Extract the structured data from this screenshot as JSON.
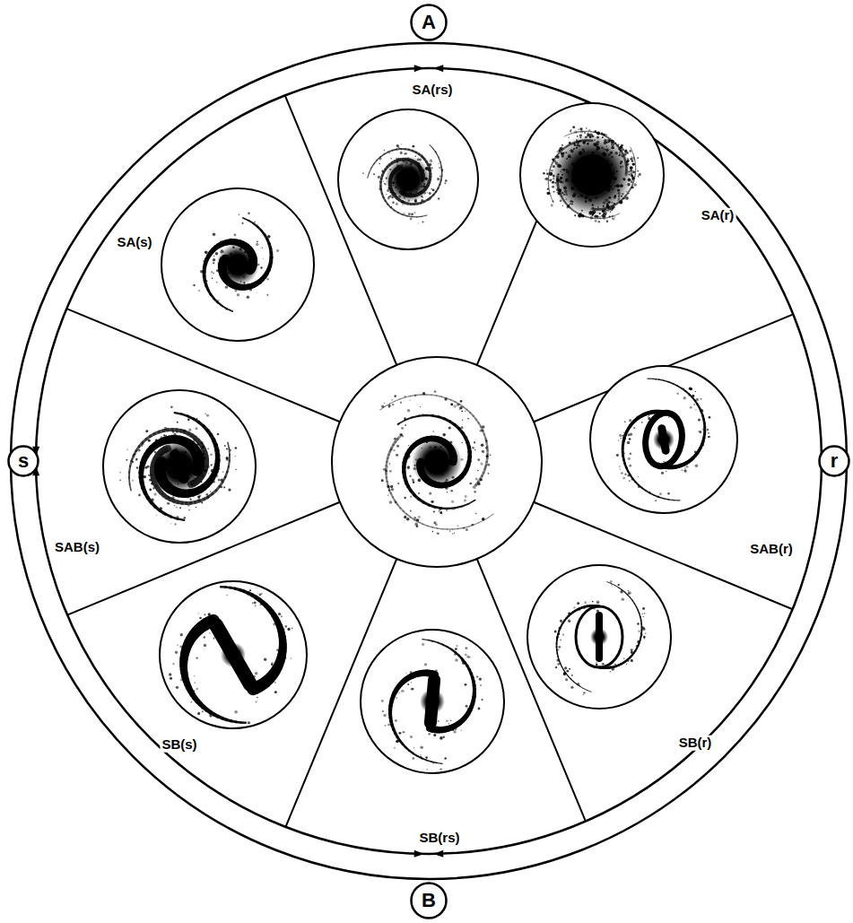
{
  "diagram": {
    "nodes": [
      {
        "text": [
          "A"
        ]
      },
      {
        "text": [
          "s"
        ]
      },
      {
        "text": [
          "r"
        ]
      },
      {
        "text": [
          "B"
        ]
      }
    ],
    "labels": [
      "SA(rs)",
      "SA(s)",
      "SA(r)",
      "SAB(s)",
      "SAB(r)",
      "SB(s)",
      "SB(r)",
      "SB(rs)"
    ]
  }
}
